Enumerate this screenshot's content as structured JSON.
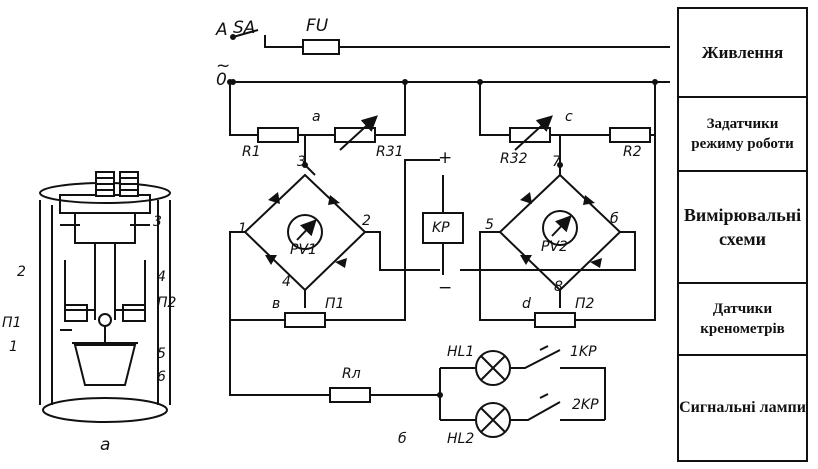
{
  "labels": {
    "A": "A",
    "SA": "SA",
    "FU": "FU",
    "tilde0": "~\n0",
    "a": "a",
    "c": "c",
    "R1": "R1",
    "R31": "R31",
    "R32": "R32",
    "R2": "R2",
    "n3": "3",
    "n7": "7",
    "n1": "1",
    "n2": "2",
    "n5": "5",
    "n6": "б",
    "n4": "4",
    "n8": "8",
    "PV1": "PV1",
    "PV2": "PV2",
    "KP": "KP",
    "plus": "+",
    "minus": "−",
    "v": "в",
    "d": "d",
    "P1": "П1",
    "P2": "П2",
    "HL1": "HL1",
    "HL2": "HL2",
    "KP1": "1KP",
    "KP2": "2KP",
    "Rl": "Rл",
    "sub_b": "б",
    "m3": "3",
    "m2": "2",
    "m4": "4",
    "mP1": "П1",
    "mP2": "П2",
    "m1": "1",
    "m5": "5",
    "m6": "6",
    "sub_a": "а"
  },
  "legend": [
    {
      "text": "Живлення"
    },
    {
      "text": "Задатчики режиму роботи"
    },
    {
      "text": "Вимірювальні схеми"
    },
    {
      "text": "Датчики кренометрів"
    },
    {
      "text": "Сигнальні лампи"
    }
  ]
}
